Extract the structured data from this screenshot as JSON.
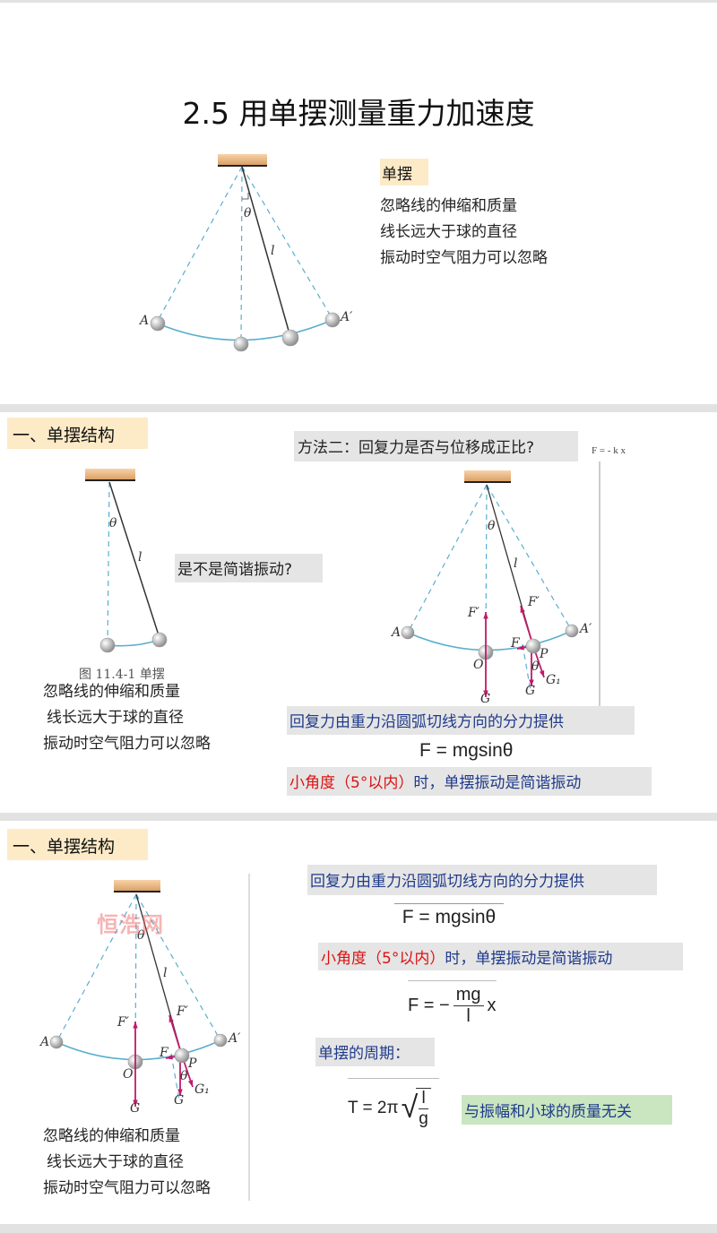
{
  "slide1": {
    "title": "2.5  用单摆测量重力加速度",
    "label": "单摆",
    "bullets": [
      "忽略线的伸缩和质量",
      "线长远大于球的直径",
      "振动时空气阻力可以忽略"
    ],
    "diagram": {
      "A": "A",
      "A_prime": "A′",
      "theta": "θ",
      "l": "l"
    }
  },
  "slide2": {
    "header": "一、单摆结构",
    "method": "方法二：回复力是否与位移成正比?",
    "hooke": "F = - k x",
    "question": "是不是简谐振动?",
    "caption": "图 11.4-1   单摆",
    "bullets": [
      "忽略线的伸缩和质量",
      "线长远大于球的直径",
      "振动时空气阻力可以忽略"
    ],
    "restoring": "回复力由重力沿圆弧切线方向的分力提供",
    "formula": "F = mgsinθ",
    "small_angle_red": "小角度（5°以内）",
    "small_angle_rest": "时，单摆振动是简谐振动",
    "left_diagram": {
      "theta": "θ",
      "l": "l"
    },
    "right_diagram": {
      "A": "A",
      "A_prime": "A′",
      "theta": "θ",
      "l": "l",
      "F_prime_O": "F′",
      "F_prime_P": "F′",
      "O": "O",
      "G_O": "G",
      "F": "F",
      "P": "P",
      "theta2": "θ",
      "G1": "G₁",
      "G_P": "G"
    }
  },
  "slide3": {
    "header": "一、单摆结构",
    "restoring": "回复力由重力沿圆弧切线方向的分力提供",
    "formula": "F = mgsinθ",
    "small_angle_red": "小角度（5°以内）",
    "small_angle_rest": "时，单摆振动是简谐振动",
    "fraction": {
      "lhs": "F = −",
      "num": "mg",
      "den": "l",
      "rhs": "x"
    },
    "period_label": "单摆的周期：",
    "period": {
      "lhs": "T = 2π",
      "num": "l",
      "den": "g"
    },
    "independent": "与振幅和小球的质量无关",
    "bullets": [
      "忽略线的伸缩和质量",
      "线长远大于球的直径",
      "振动时空气阻力可以忽略"
    ],
    "watermark": "恒浩网",
    "diagram": {
      "A": "A",
      "A_prime": "A′",
      "theta": "θ",
      "l": "l",
      "F_prime_O": "F′",
      "F_prime_P": "F′",
      "O": "O",
      "G_O": "G",
      "F": "F",
      "P": "P",
      "theta2": "θ",
      "G1": "G₁",
      "G_P": "G"
    }
  }
}
